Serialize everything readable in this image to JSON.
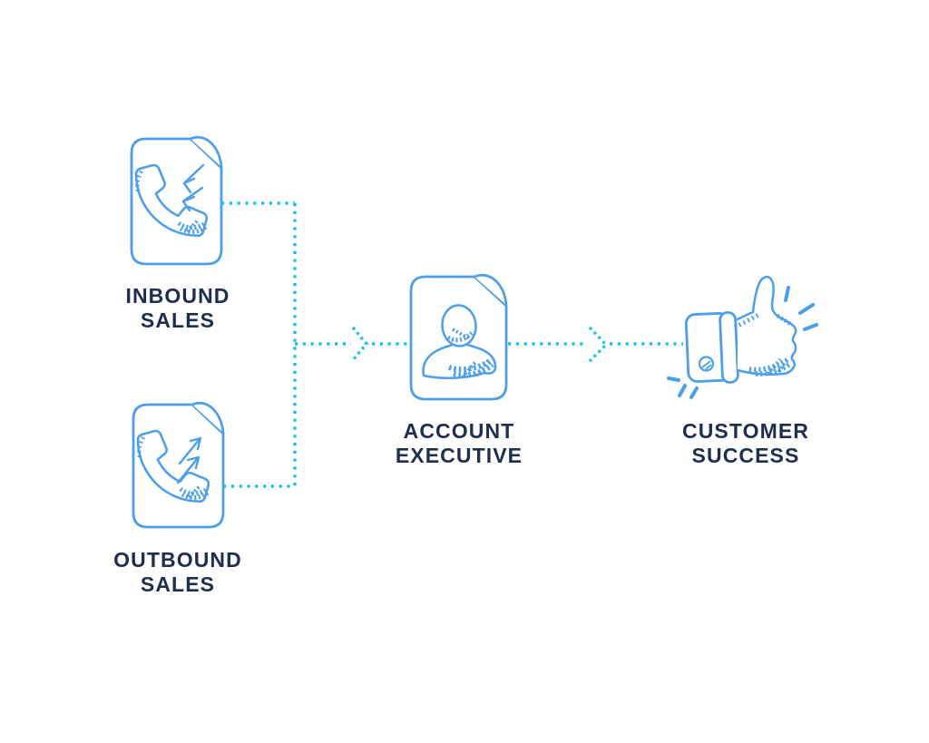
{
  "diagram": {
    "type": "sales-process-flow",
    "colors": {
      "icon_stroke": "#4c9fe8",
      "connector": "#1fc0e8",
      "label_text": "#1d2e4e",
      "background": "#ffffff"
    },
    "nodes": [
      {
        "id": "inbound-sales",
        "label_line1": "INBOUND",
        "label_line2": "SALES",
        "icon": "inbound-call-document-icon"
      },
      {
        "id": "outbound-sales",
        "label_line1": "OUTBOUND",
        "label_line2": "SALES",
        "icon": "outbound-call-document-icon"
      },
      {
        "id": "account-executive",
        "label_line1": "ACCOUNT",
        "label_line2": "EXECUTIVE",
        "icon": "contact-document-icon"
      },
      {
        "id": "customer-success",
        "label_line1": "CUSTOMER",
        "label_line2": "SUCCESS",
        "icon": "thumbs-up-icon"
      }
    ],
    "connectors": [
      {
        "from": "inbound-sales",
        "to": "account-executive",
        "style": "dotted-arrow"
      },
      {
        "from": "outbound-sales",
        "to": "account-executive",
        "style": "dotted-arrow"
      },
      {
        "from": "account-executive",
        "to": "customer-success",
        "style": "dotted-arrow"
      }
    ]
  }
}
